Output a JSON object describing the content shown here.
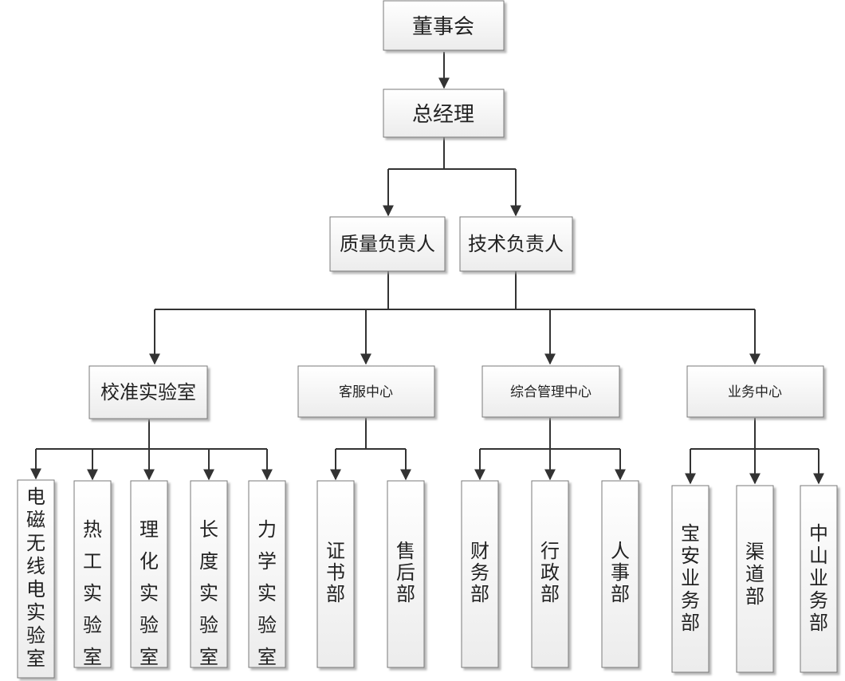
{
  "board": "董事会",
  "gm": "总经理",
  "quality": "质量负责人",
  "tech": "技术负责人",
  "departments": {
    "calibration": "校准实验室",
    "customer_service": "客服中心",
    "admin": "综合管理中心",
    "business": "业务中心"
  },
  "units": {
    "emc": "电磁无线电实验室",
    "thermal": "热工实验室",
    "chem": "理化实验室",
    "length": "长度实验室",
    "mech": "力学实验室",
    "cert": "证书部",
    "aftersales": "售后部",
    "finance": "财务部",
    "admin_dept": "行政部",
    "hr": "人事部",
    "baoan": "宝安业务部",
    "channel": "渠道部",
    "zhongshan": "中山业务部"
  }
}
